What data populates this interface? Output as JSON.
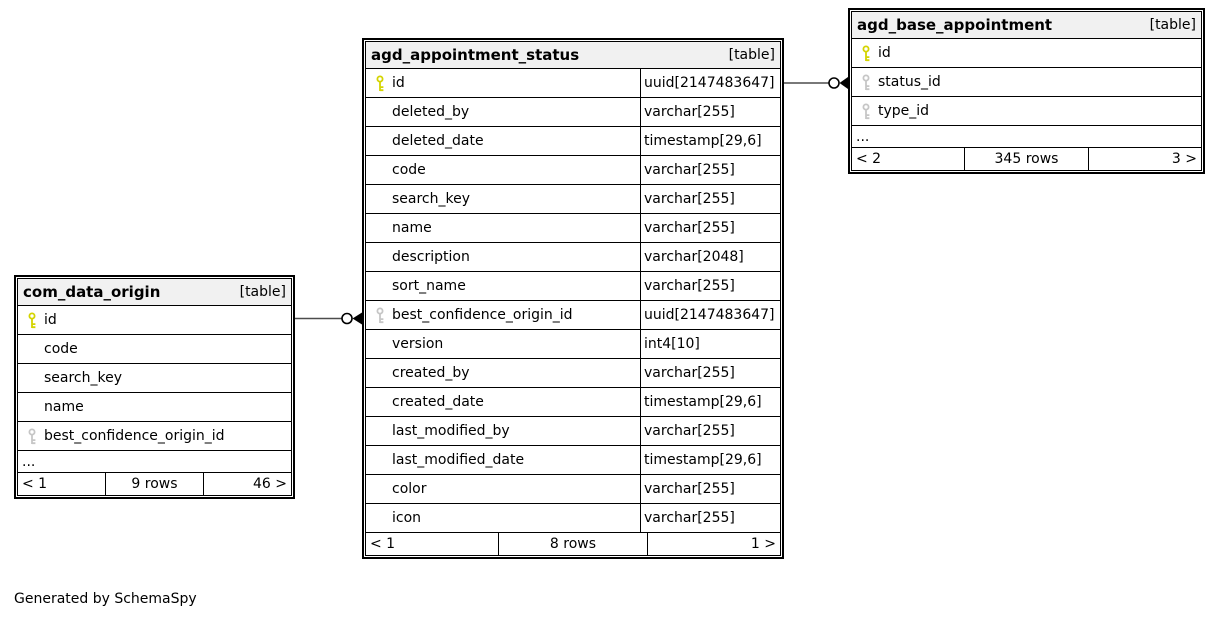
{
  "diagram": {
    "generated_by": "Generated by SchemaSpy",
    "colors": {
      "primary_key": "#d4d400",
      "foreign_key": "#c6c6c6",
      "header_bg": "#f1f1f1",
      "border": "#000000",
      "edge_line": "#4d4d4d"
    },
    "tables": [
      {
        "id": "com_data_origin",
        "name": "com_data_origin",
        "badge": "[table]",
        "has_type_column": false,
        "columns": [
          {
            "name": "id",
            "key": "pk"
          },
          {
            "name": "code",
            "key": null
          },
          {
            "name": "search_key",
            "key": null
          },
          {
            "name": "name",
            "key": null
          },
          {
            "name": "best_confidence_origin_id",
            "key": "fk"
          },
          {
            "name": "...",
            "ellipsis": true
          }
        ],
        "footer": {
          "prev": "< 1",
          "rows": "9 rows",
          "next": "46 >"
        }
      },
      {
        "id": "agd_appointment_status",
        "name": "agd_appointment_status",
        "badge": "[table]",
        "has_type_column": true,
        "columns": [
          {
            "name": "id",
            "type": "uuid[2147483647]",
            "key": "pk"
          },
          {
            "name": "deleted_by",
            "type": "varchar[255]",
            "key": null
          },
          {
            "name": "deleted_date",
            "type": "timestamp[29,6]",
            "key": null
          },
          {
            "name": "code",
            "type": "varchar[255]",
            "key": null
          },
          {
            "name": "search_key",
            "type": "varchar[255]",
            "key": null
          },
          {
            "name": "name",
            "type": "varchar[255]",
            "key": null
          },
          {
            "name": "description",
            "type": "varchar[2048]",
            "key": null
          },
          {
            "name": "sort_name",
            "type": "varchar[255]",
            "key": null
          },
          {
            "name": "best_confidence_origin_id",
            "type": "uuid[2147483647]",
            "key": "fk"
          },
          {
            "name": "version",
            "type": "int4[10]",
            "key": null
          },
          {
            "name": "created_by",
            "type": "varchar[255]",
            "key": null
          },
          {
            "name": "created_date",
            "type": "timestamp[29,6]",
            "key": null
          },
          {
            "name": "last_modified_by",
            "type": "varchar[255]",
            "key": null
          },
          {
            "name": "last_modified_date",
            "type": "timestamp[29,6]",
            "key": null
          },
          {
            "name": "color",
            "type": "varchar[255]",
            "key": null
          },
          {
            "name": "icon",
            "type": "varchar[255]",
            "key": null
          }
        ],
        "footer": {
          "prev": "< 1",
          "rows": "8 rows",
          "next": "1 >"
        }
      },
      {
        "id": "agd_base_appointment",
        "name": "agd_base_appointment",
        "badge": "[table]",
        "has_type_column": false,
        "columns": [
          {
            "name": "id",
            "key": "pk"
          },
          {
            "name": "status_id",
            "key": "fk"
          },
          {
            "name": "type_id",
            "key": "fk"
          },
          {
            "name": "...",
            "ellipsis": true
          }
        ],
        "footer": {
          "prev": "< 2",
          "rows": "345 rows",
          "next": "3 >"
        }
      }
    ],
    "relationships": [
      {
        "from": "com_data_origin.id",
        "to": "agd_appointment_status.best_confidence_origin_id"
      },
      {
        "from": "agd_appointment_status.id",
        "to": "agd_base_appointment.status_id"
      }
    ]
  }
}
